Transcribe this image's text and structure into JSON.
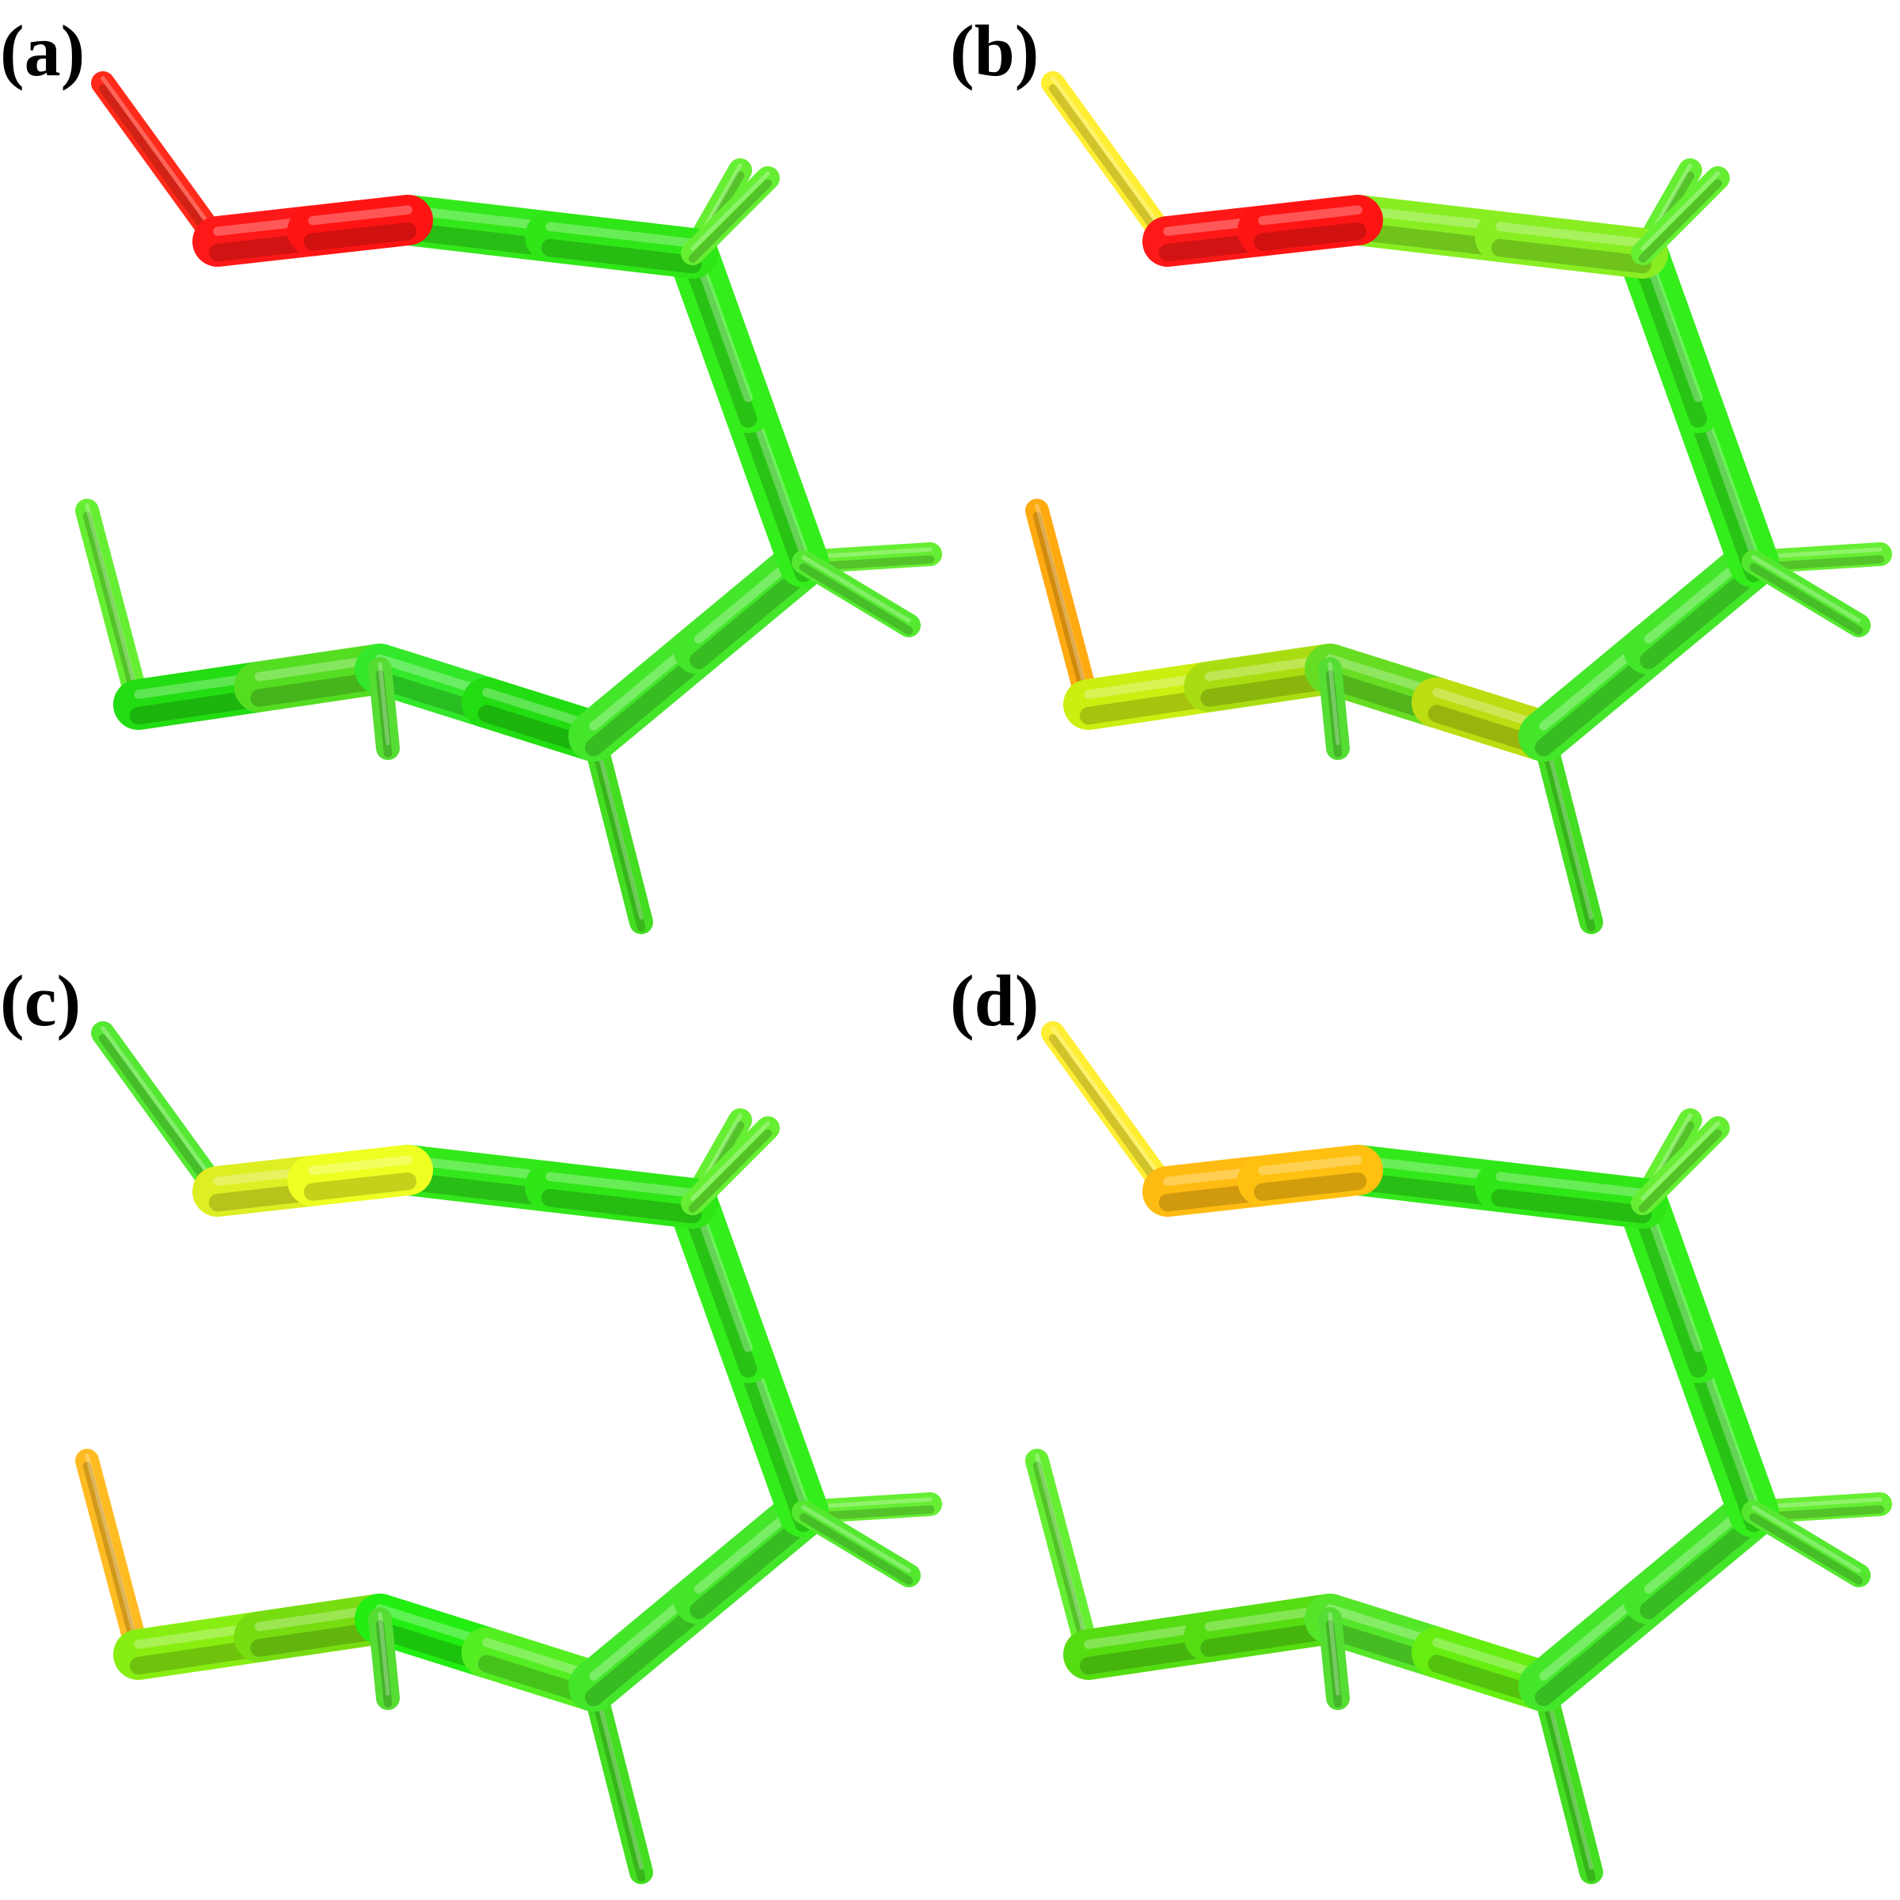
{
  "figure": {
    "panels": [
      {
        "label": "(a)",
        "bond_colors": {
          "b1": "#ff2a1a",
          "b2a": "#ff1818",
          "b2b": "#ff1414",
          "b3a": "#33e81a",
          "b3b": "#2fe616",
          "b4a": "#33ee1a",
          "b4b": "#33ee1a",
          "b5a": "#44e62a",
          "b5b": "#44e62a",
          "b6a": "#33e82a",
          "b6b": "#22dd11",
          "b7a": "#22dd11",
          "b7b": "#55dd22",
          "b8": "#66ee33",
          "h1": "#66ee33",
          "h2": "#66ee33",
          "h3": "#66ee33",
          "h4": "#55e830",
          "h5": "#55dd33",
          "h6": "#44dd22"
        }
      },
      {
        "label": "(b)",
        "bond_colors": {
          "b1": "#ffee33",
          "b2a": "#ff1818",
          "b2b": "#ff1414",
          "b3a": "#88ee22",
          "b3b": "#88ee22",
          "b4a": "#33ee1a",
          "b4b": "#33ee1a",
          "b5a": "#44e62a",
          "b5b": "#44e62a",
          "b6a": "#66dd22",
          "b6b": "#bbdd11",
          "b7a": "#ccee11",
          "b7b": "#aadd11",
          "b8": "#ffaa11",
          "h1": "#66ee33",
          "h2": "#66ee33",
          "h3": "#66ee33",
          "h4": "#55e830",
          "h5": "#55dd33",
          "h6": "#44dd22"
        }
      },
      {
        "label": "(c)",
        "bond_colors": {
          "b1": "#55e833",
          "b2a": "#ddee22",
          "b2b": "#eeff22",
          "b3a": "#33e81a",
          "b3b": "#2fe616",
          "b4a": "#33ee1a",
          "b4b": "#33ee1a",
          "b5a": "#44e62a",
          "b5b": "#44e62a",
          "b6a": "#22ee11",
          "b6b": "#55ee22",
          "b7a": "#88ee11",
          "b7b": "#77dd11",
          "b8": "#ffbb22",
          "h1": "#66ee33",
          "h2": "#66ee33",
          "h3": "#66ee33",
          "h4": "#55e830",
          "h5": "#55dd33",
          "h6": "#44dd22"
        }
      },
      {
        "label": "(d)",
        "bond_colors": {
          "b1": "#ffee33",
          "b2a": "#ffbb11",
          "b2b": "#ffc010",
          "b3a": "#33e81a",
          "b3b": "#2fe616",
          "b4a": "#33ee1a",
          "b4b": "#33ee1a",
          "b5a": "#44e62a",
          "b5b": "#44e62a",
          "b6a": "#55e62a",
          "b6b": "#66ee11",
          "b7a": "#55dd11",
          "b7b": "#55dd11",
          "b8": "#66ee33",
          "h1": "#66ee33",
          "h2": "#66ee33",
          "h3": "#66ee33",
          "h4": "#55e830",
          "h5": "#55dd33",
          "h6": "#44dd22"
        }
      }
    ]
  }
}
